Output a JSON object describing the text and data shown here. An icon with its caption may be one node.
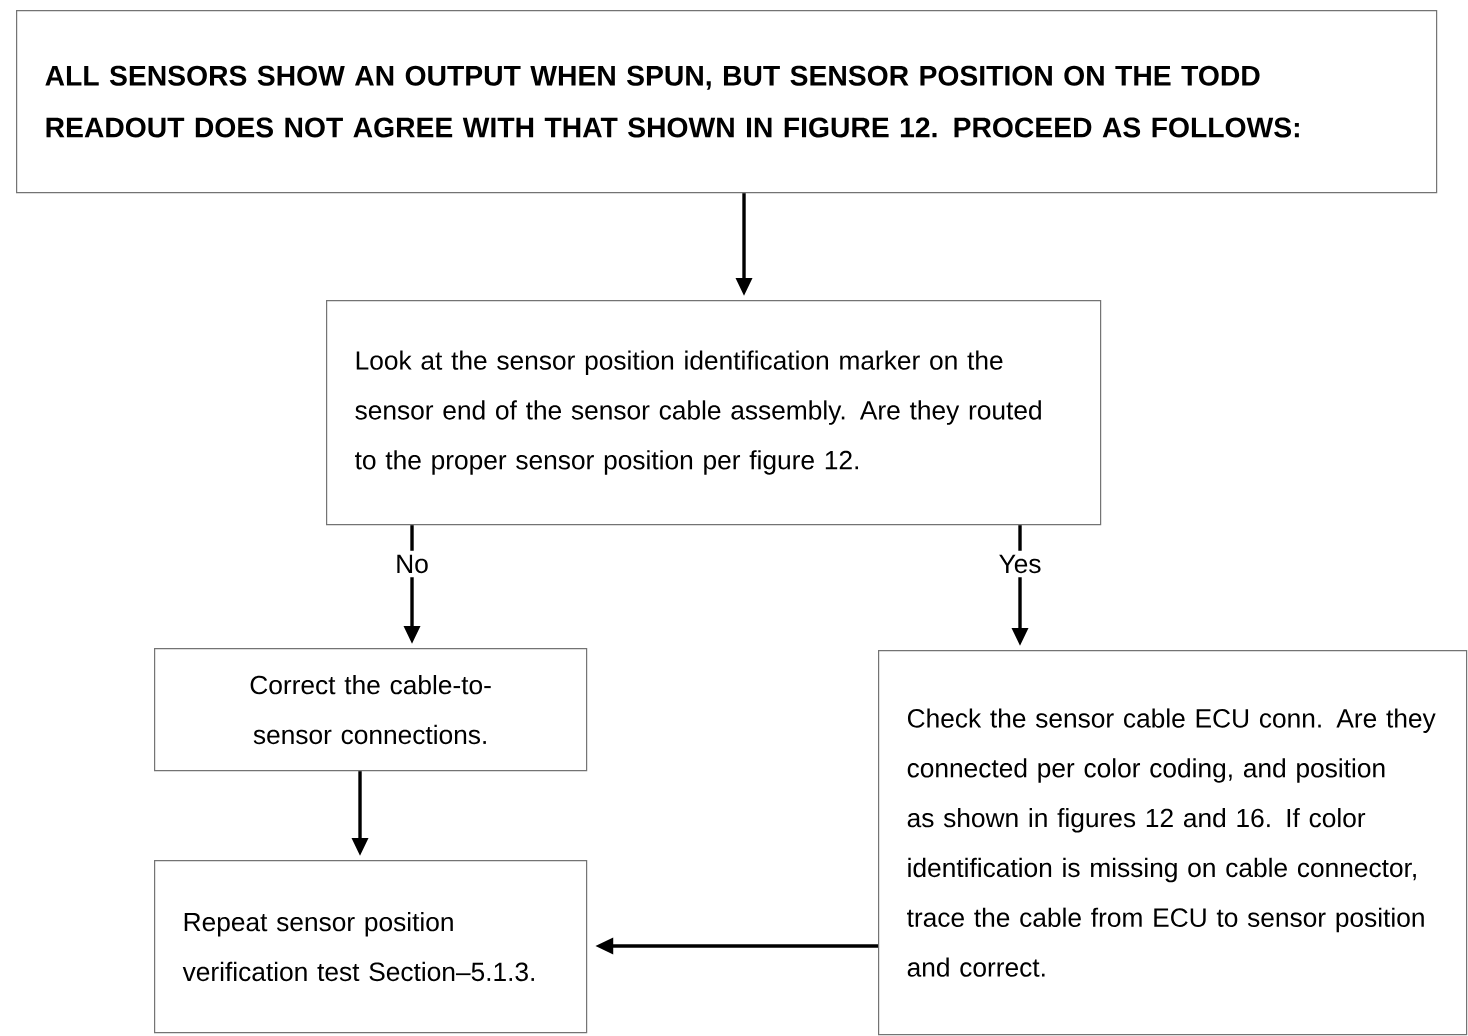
{
  "diagram": {
    "nodes": [
      {
        "text": [
          "ALL SENSORS SHOW AN OUTPUT WHEN SPUN, BUT SENSOR POSITION ON THE TODD READOUT DOES NOT AGREE WITH THAT SHOWN IN FIGURE 12. PROCEED AS FOLLOWS:"
        ]
      },
      {
        "text": [
          "Look at the sensor position identification marker on the sensor end of the sensor cable assembly. Are they routed to the proper sensor position per figure 12."
        ]
      },
      {
        "text": [
          "Correct the cable-to-sensor connections."
        ]
      },
      {
        "text": [
          "Repeat sensor position verification test Section–5.1.3."
        ]
      },
      {
        "text": [
          "Check the sensor cable ECU conn. Are they connected per color coding, and position as shown in figures 12 and 16. If color identification is missing on cable connector, trace the cable from ECU to sensor position and correct."
        ]
      }
    ],
    "edges": [
      {
        "from": 0,
        "to": 1,
        "arrow": "to"
      },
      {
        "from": 1,
        "to": 2,
        "arrow": "to",
        "label": "No"
      },
      {
        "from": 1,
        "to": 4,
        "arrow": "to",
        "label": "Yes"
      },
      {
        "from": 2,
        "to": 3,
        "arrow": "to"
      },
      {
        "from": 4,
        "to": 3,
        "arrow": "to"
      }
    ]
  }
}
